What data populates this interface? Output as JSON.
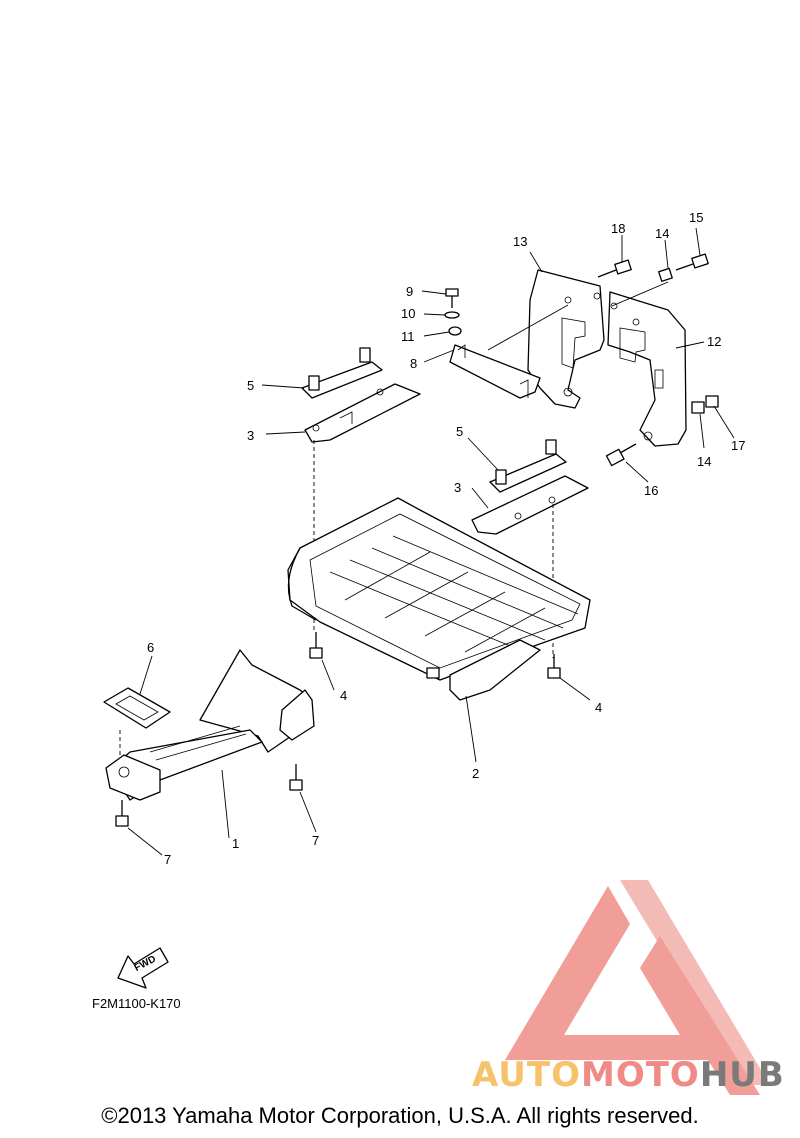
{
  "diagram": {
    "callouts": [
      "1",
      "2",
      "3",
      "3",
      "4",
      "4",
      "5",
      "5",
      "6",
      "7",
      "7",
      "8",
      "9",
      "10",
      "11",
      "12",
      "13",
      "14",
      "14",
      "15",
      "16",
      "17",
      "18"
    ],
    "fwd_label": "FWD",
    "code": "F2M1100-K170"
  },
  "footer": {
    "copyright": "©2013 Yamaha Motor Corporation, U.S.A. All rights reserved."
  },
  "watermark": {
    "auto": "AUTO",
    "moto": "MOTO",
    "hub": "HUB",
    "colors": {
      "auto": "#f6c26b",
      "moto": "#f08a86",
      "hub": "#7a7a7a"
    }
  }
}
